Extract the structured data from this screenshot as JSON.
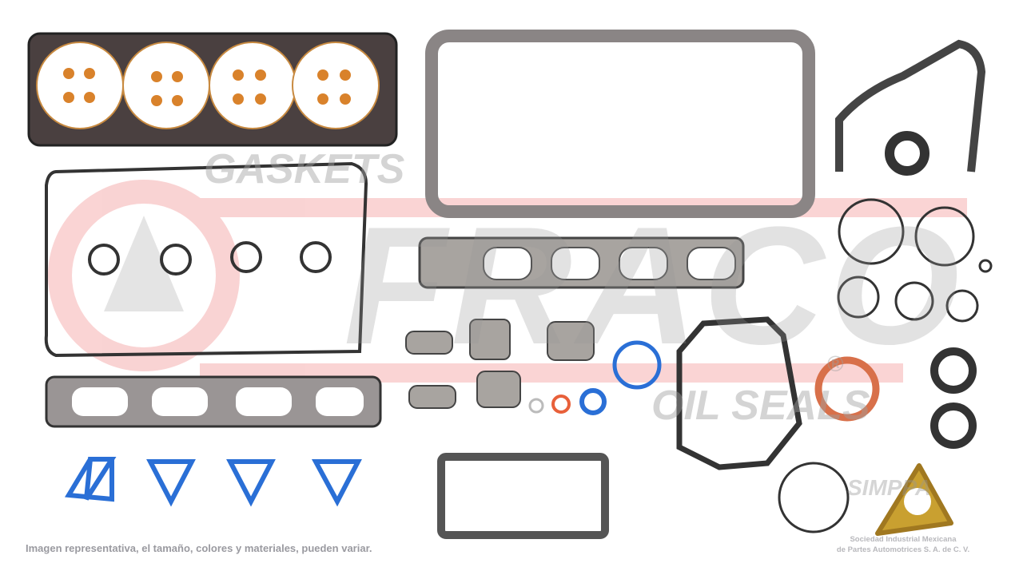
{
  "watermark": {
    "brand_top": "GASKETS",
    "brand_main": "FRACO",
    "brand_bottom": "OIL SEALS",
    "registered": "®",
    "brand_color": "#e83a3a",
    "partner_logo": "SIMPPA"
  },
  "disclaimer": "Imagen representativa, el tamaño, colores y materiales, pueden variar.",
  "company": {
    "line1": "Sociedad Industrial Mexicana",
    "line2": "de Partes Automotrices S. A. de C. V."
  },
  "colors": {
    "gasket_dark": "#3a3a3a",
    "gasket_gray": "#8a8585",
    "seal_blue": "#2a6fd6",
    "seal_orange": "#e8603a",
    "copper": "#d9822b",
    "exhaust_gold": "#c9a030"
  }
}
